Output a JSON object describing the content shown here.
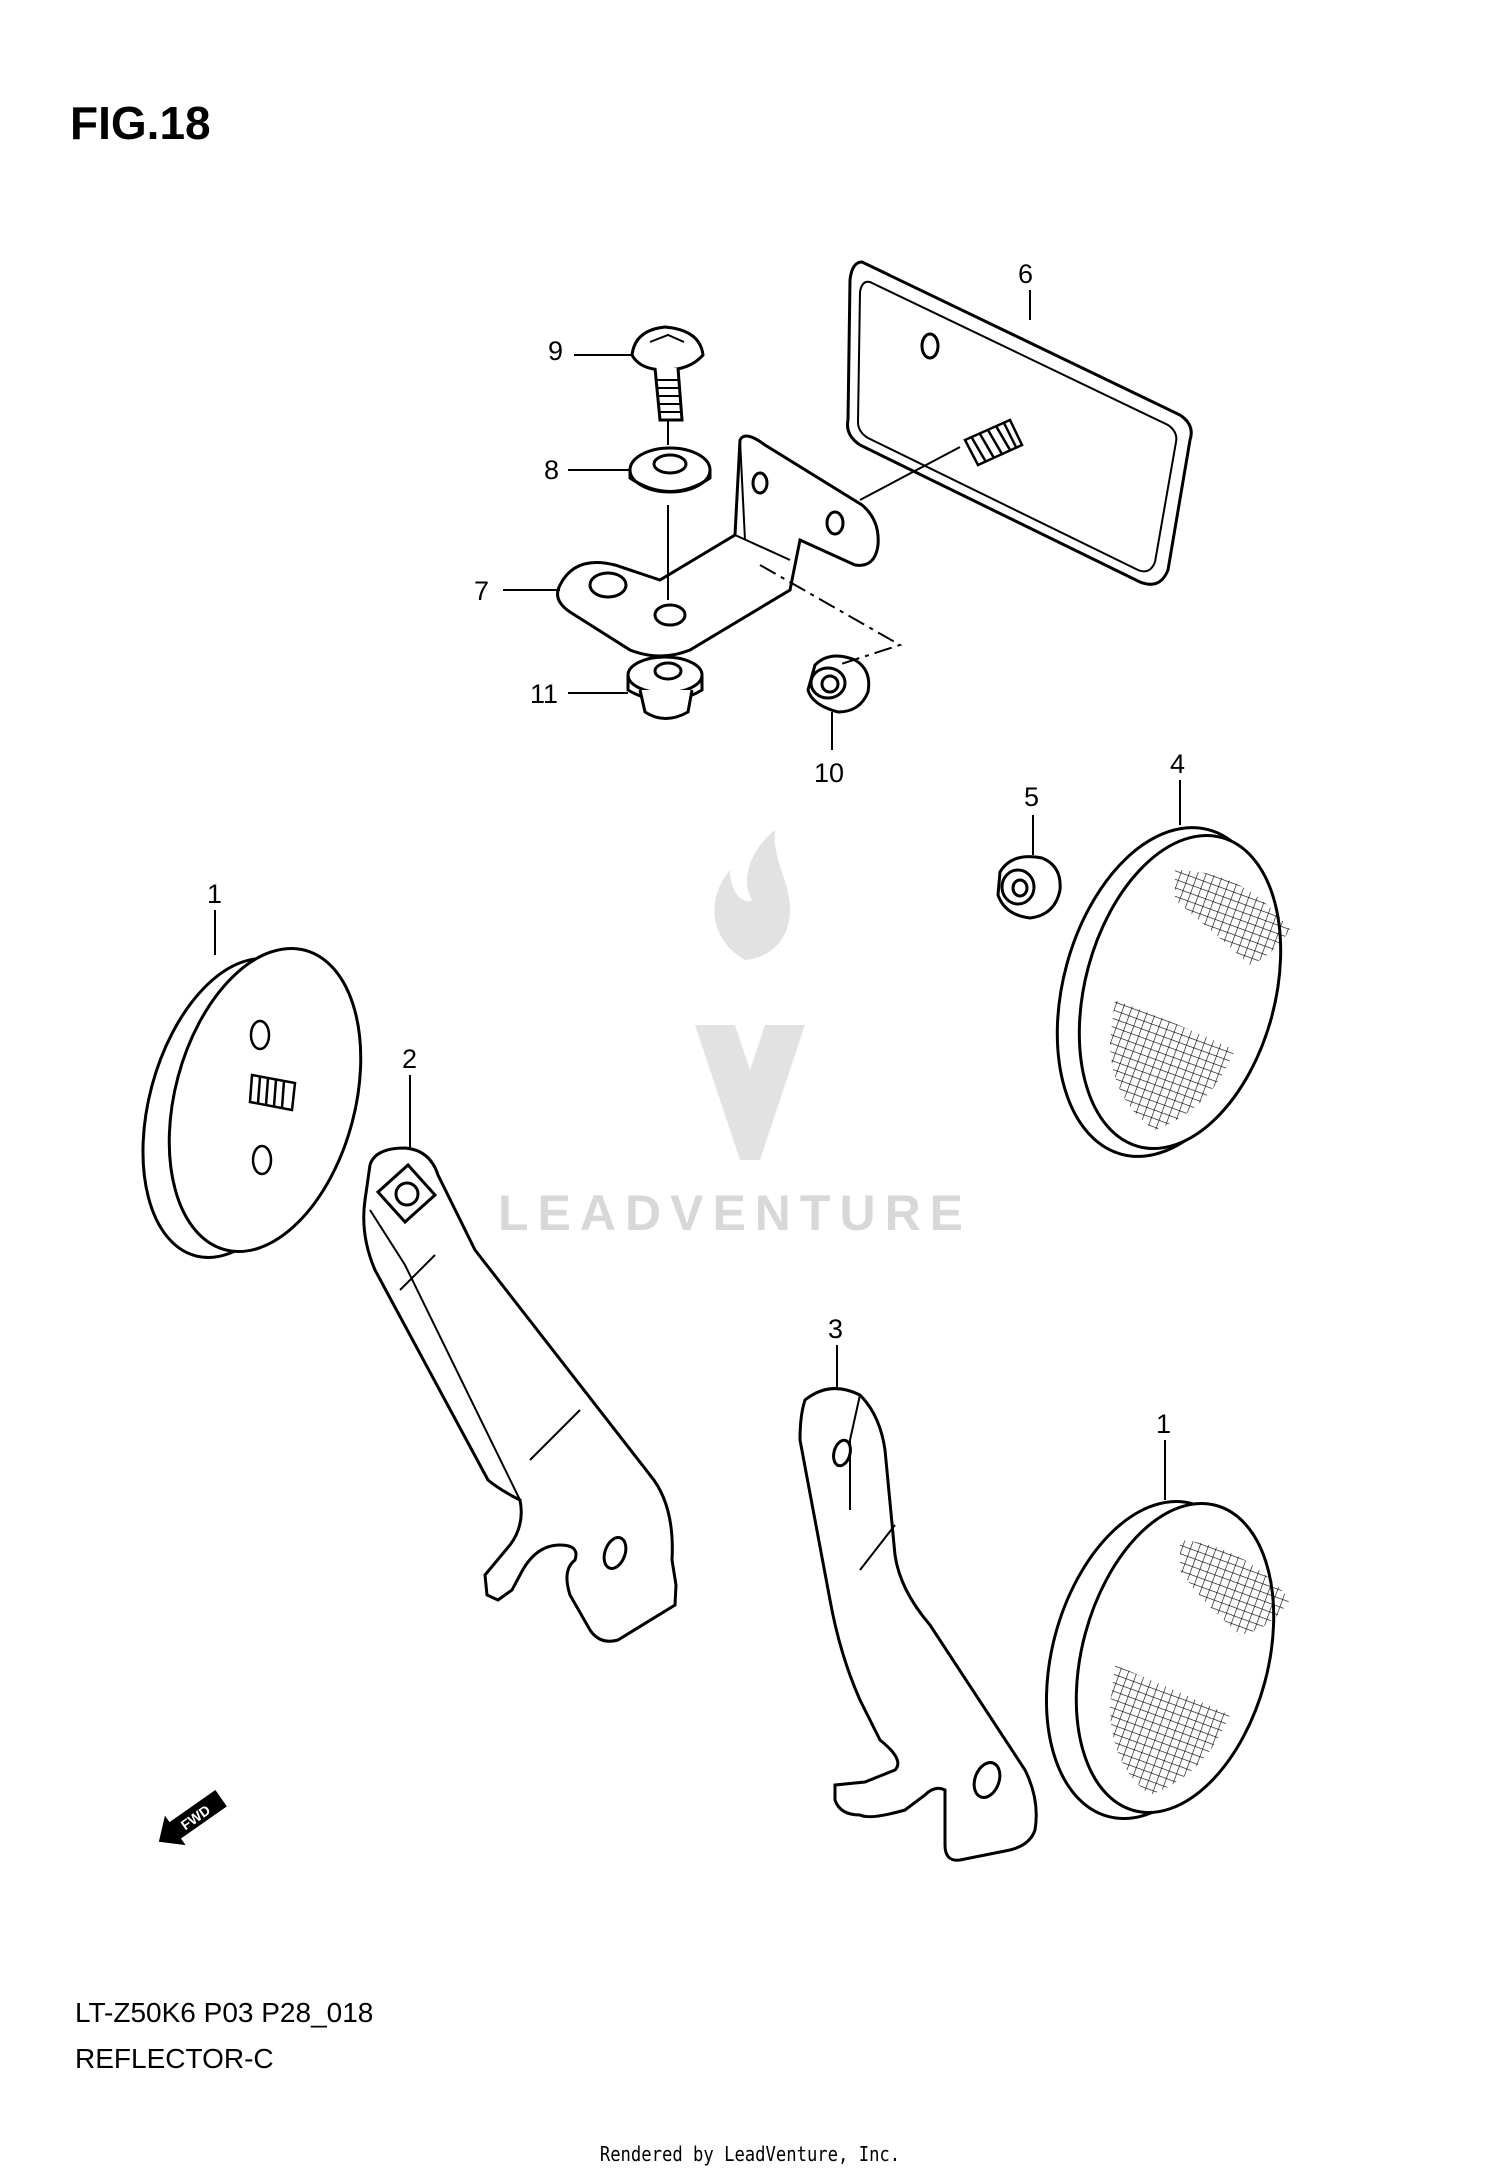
{
  "figure": {
    "title": "FIG.18"
  },
  "watermark": {
    "text": "LEADVENTURE",
    "icon": "leadventure-logo"
  },
  "callouts": [
    {
      "id": "c1a",
      "label": "1"
    },
    {
      "id": "c1b",
      "label": "1"
    },
    {
      "id": "c2",
      "label": "2"
    },
    {
      "id": "c3",
      "label": "3"
    },
    {
      "id": "c4",
      "label": "4"
    },
    {
      "id": "c5",
      "label": "5"
    },
    {
      "id": "c6",
      "label": "6"
    },
    {
      "id": "c7",
      "label": "7"
    },
    {
      "id": "c8",
      "label": "8"
    },
    {
      "id": "c9",
      "label": "9"
    },
    {
      "id": "c10",
      "label": "10"
    },
    {
      "id": "c11",
      "label": "11"
    }
  ],
  "fwd_arrow": {
    "label": "FWD"
  },
  "diagram_code": "LT-Z50K6 P03 P28_018",
  "diagram_name": "REFLECTOR-C",
  "footer": "Rendered by LeadVenture, Inc."
}
